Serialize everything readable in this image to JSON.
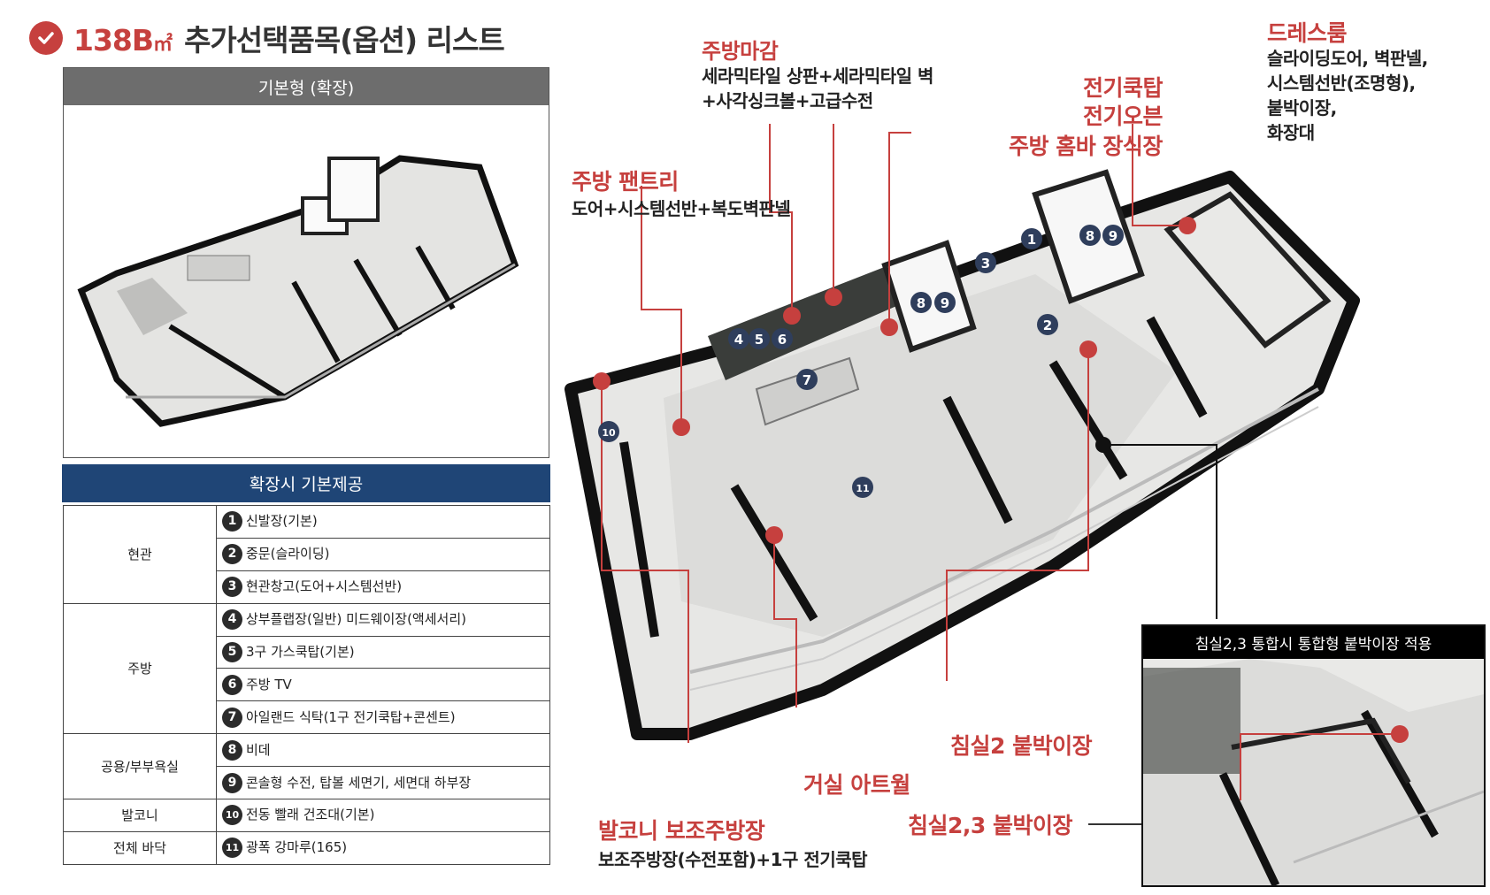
{
  "title": {
    "prefix": "138B",
    "unit": "㎡",
    "rest": "추가선택품목(옵션) 리스트"
  },
  "basic_panel": {
    "title": "기본형 (확장)"
  },
  "expansion": {
    "title": "확장시 기본제공",
    "rows": [
      {
        "category": "현관",
        "items": [
          {
            "num": "1",
            "text": "신발장(기본)"
          },
          {
            "num": "2",
            "text": "중문(슬라이딩)"
          },
          {
            "num": "3",
            "text": "현관창고(도어+시스템선반)"
          }
        ]
      },
      {
        "category": "주방",
        "items": [
          {
            "num": "4",
            "text": "상부플랩장(일반) 미드웨이장(액세서리)"
          },
          {
            "num": "5",
            "text": "3구 가스쿡탑(기본)"
          },
          {
            "num": "6",
            "text": "주방 TV"
          },
          {
            "num": "7",
            "text": "아일랜드 식탁(1구 전기쿡탑+콘센트)"
          }
        ]
      },
      {
        "category": "공용/부부욕실",
        "items": [
          {
            "num": "8",
            "text": "비데"
          },
          {
            "num": "9",
            "text": "콘솔형 수전, 탑볼 세면기, 세면대 하부장"
          }
        ]
      },
      {
        "category": "발코니",
        "items": [
          {
            "num": "10",
            "text": "전동 빨래 건조대(기본)"
          }
        ]
      },
      {
        "category": "전체 바닥",
        "items": [
          {
            "num": "11",
            "text": "광폭 강마루(165)"
          }
        ]
      }
    ]
  },
  "callouts": {
    "kitchen_finish": {
      "label": "주방마감",
      "desc1": "세라믹타일 상판+세라믹타일 벽",
      "desc2": "+사각싱크볼+고급수전"
    },
    "cooktop": {
      "line1": "전기쿡탑",
      "line2": "전기오븐",
      "line3": "주방 홈바 장식장"
    },
    "dressroom": {
      "label": "드레스룸",
      "desc1": "슬라이딩도어, 벽판넬,",
      "desc2": "시스템선반(조명형),",
      "desc3": "붙박이장,",
      "desc4": "화장대"
    },
    "pantry": {
      "label": "주방 팬트리",
      "desc": "도어+시스템선반+복도벽판넬"
    },
    "room2": {
      "label": "침실2 붙박이장"
    },
    "livingwall": {
      "label": "거실 아트월"
    },
    "room23": {
      "label": "침실2,3 붙박이장"
    },
    "balcony": {
      "label": "발코니 보조주방장",
      "desc": "보조주방장(수전포함)+1구 전기쿡탑"
    }
  },
  "inset": {
    "title": "침실2,3 통합시 통합형 붙박이장 적용"
  },
  "markers": [
    "1",
    "2",
    "3",
    "4",
    "5",
    "6",
    "7",
    "8",
    "9",
    "8",
    "9",
    "10",
    "11"
  ],
  "colors": {
    "accent": "#c6403e",
    "navy": "#1f4576",
    "marker": "#2f3e5c",
    "header_gray": "#6d6d6d"
  }
}
